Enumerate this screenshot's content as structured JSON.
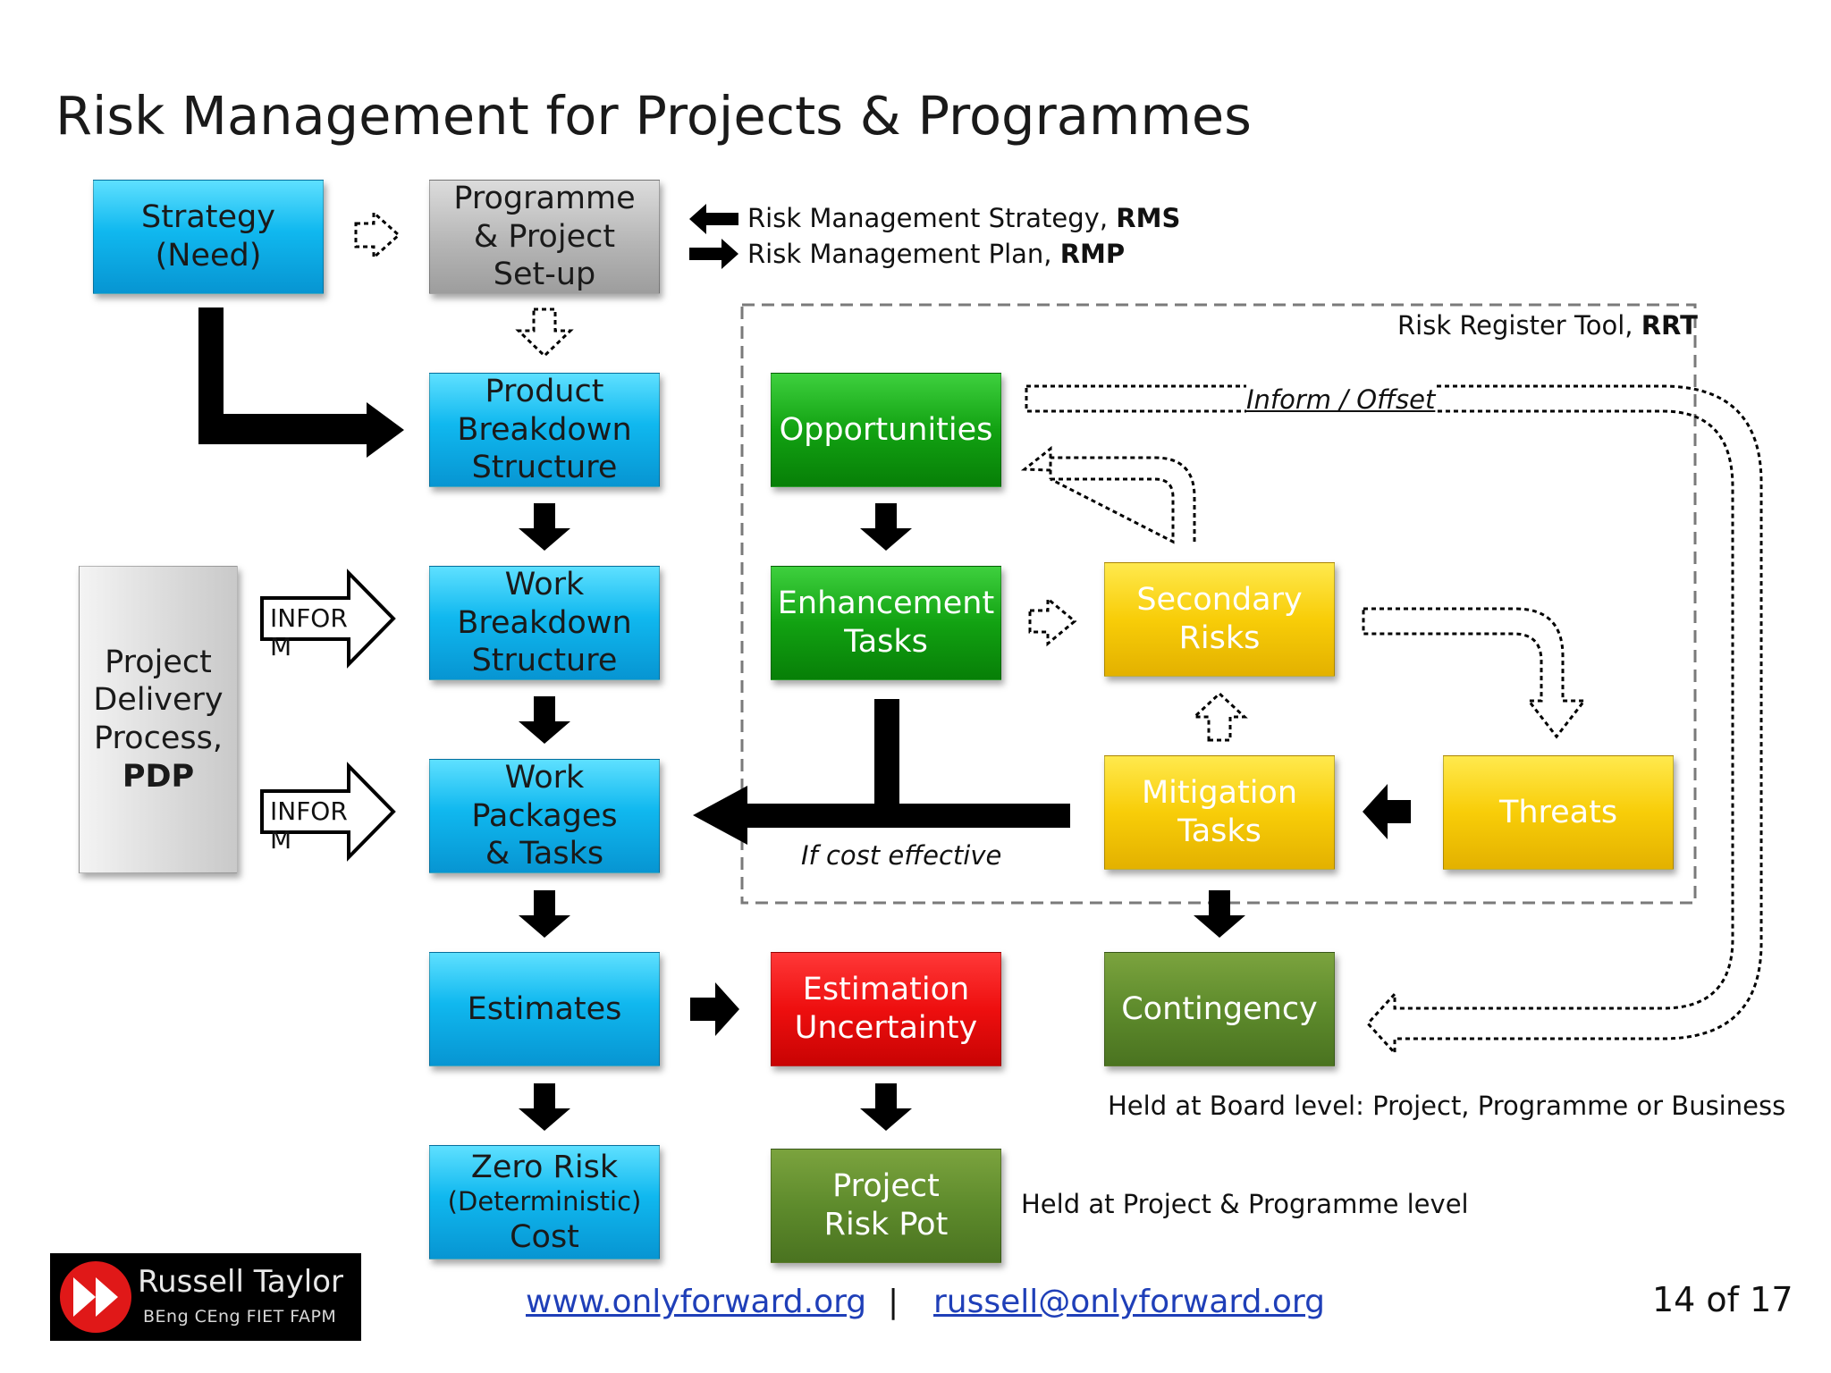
{
  "title": "Risk Management for Projects & Programmes",
  "boxes": {
    "strategy": [
      "Strategy",
      "(Need)"
    ],
    "setup": [
      "Programme",
      "& Project",
      "Set-up"
    ],
    "pbs": [
      "Product",
      "Breakdown",
      "Structure"
    ],
    "wbs": [
      "Work",
      "Breakdown",
      "Structure"
    ],
    "work_packages": [
      "Work Packages",
      "& Tasks"
    ],
    "estimates": [
      "Estimates"
    ],
    "zero_risk": [
      "Zero Risk",
      "(Deterministic)",
      "Cost"
    ],
    "pdp": [
      "Project",
      "Delivery",
      "Process,",
      "PDP"
    ],
    "opportunities": [
      "Opportunities"
    ],
    "enhancement": [
      "Enhancement",
      "Tasks"
    ],
    "secondary_risks": [
      "Secondary",
      "Risks"
    ],
    "mitigation": [
      "Mitigation",
      "Tasks"
    ],
    "threats": [
      "Threats"
    ],
    "estimation_uncertainty": [
      "Estimation",
      "Uncertainty"
    ],
    "contingency": [
      "Contingency"
    ],
    "risk_pot": [
      "Project",
      "Risk Pot"
    ]
  },
  "legend": {
    "rms_text": "Risk Management Strategy, ",
    "rms_abbr": "RMS",
    "rmp_text": "Risk Management Plan, ",
    "rmp_abbr": "RMP"
  },
  "rrt": {
    "text": "Risk Register Tool, ",
    "abbr": "RRT"
  },
  "labels": {
    "inform_offset": "Inform / Offset",
    "if_cost_effective": "If cost effective",
    "inform_1_line1": "INFOR",
    "inform_1_line2": "M",
    "inform_2_line1": "INFOR",
    "inform_2_line2": "M",
    "board_level": "Held at Board level: Project, Programme or Business",
    "project_level": "Held at Project & Programme level"
  },
  "logo": {
    "name": "Russell Taylor",
    "credentials": "BEng CEng FIET FAPM"
  },
  "footer": {
    "website": "www.onlyforward.org",
    "separator": "|",
    "email": "russell@onlyforward.org",
    "page": "14 of 17"
  },
  "colors": {
    "blue": "#10b8ef",
    "green": "#12a212",
    "yellow": "#f8cd08",
    "red": "#ee0f0f",
    "olive": "#5e8b2c",
    "grey": "#b6b6b6",
    "link": "#1f3fb8"
  }
}
